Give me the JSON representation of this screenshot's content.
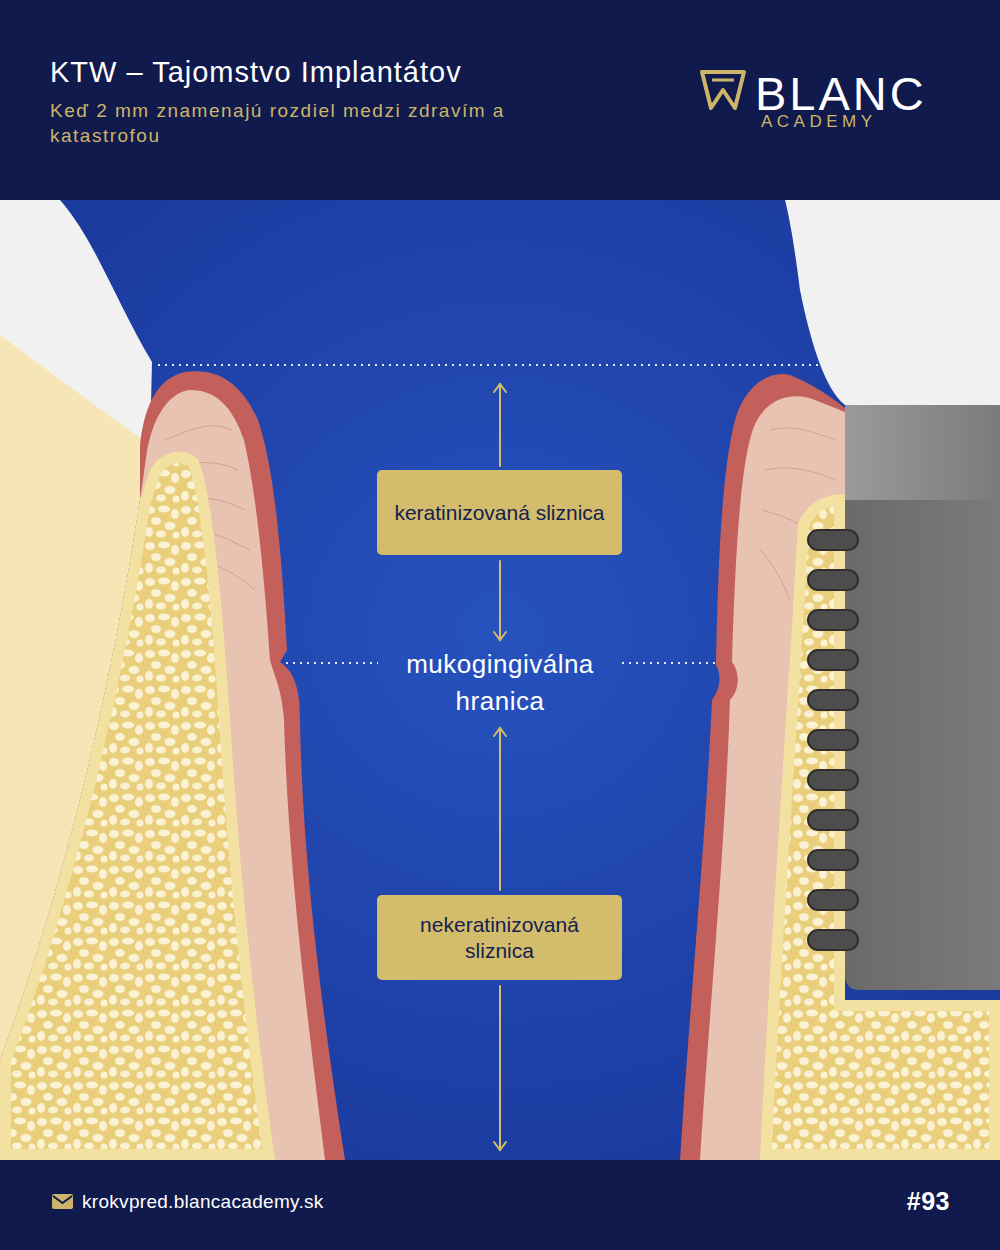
{
  "diagram": {
    "title": "KTW – Tajomstvo Implantátov",
    "nodes": [
      {
        "text": [
          "keratinizovaná sliznica"
        ]
      },
      {
        "text": [
          "nekeratinizovaná sliznica"
        ]
      }
    ],
    "labels": [
      "Keď 2 mm znamenajú rozdiel medzi zdravím a katastrofou",
      "BLANC",
      "ACADEMY",
      "mukogingiválna hranica",
      "krokvpred.blancacademy.sk",
      "#93"
    ]
  }
}
